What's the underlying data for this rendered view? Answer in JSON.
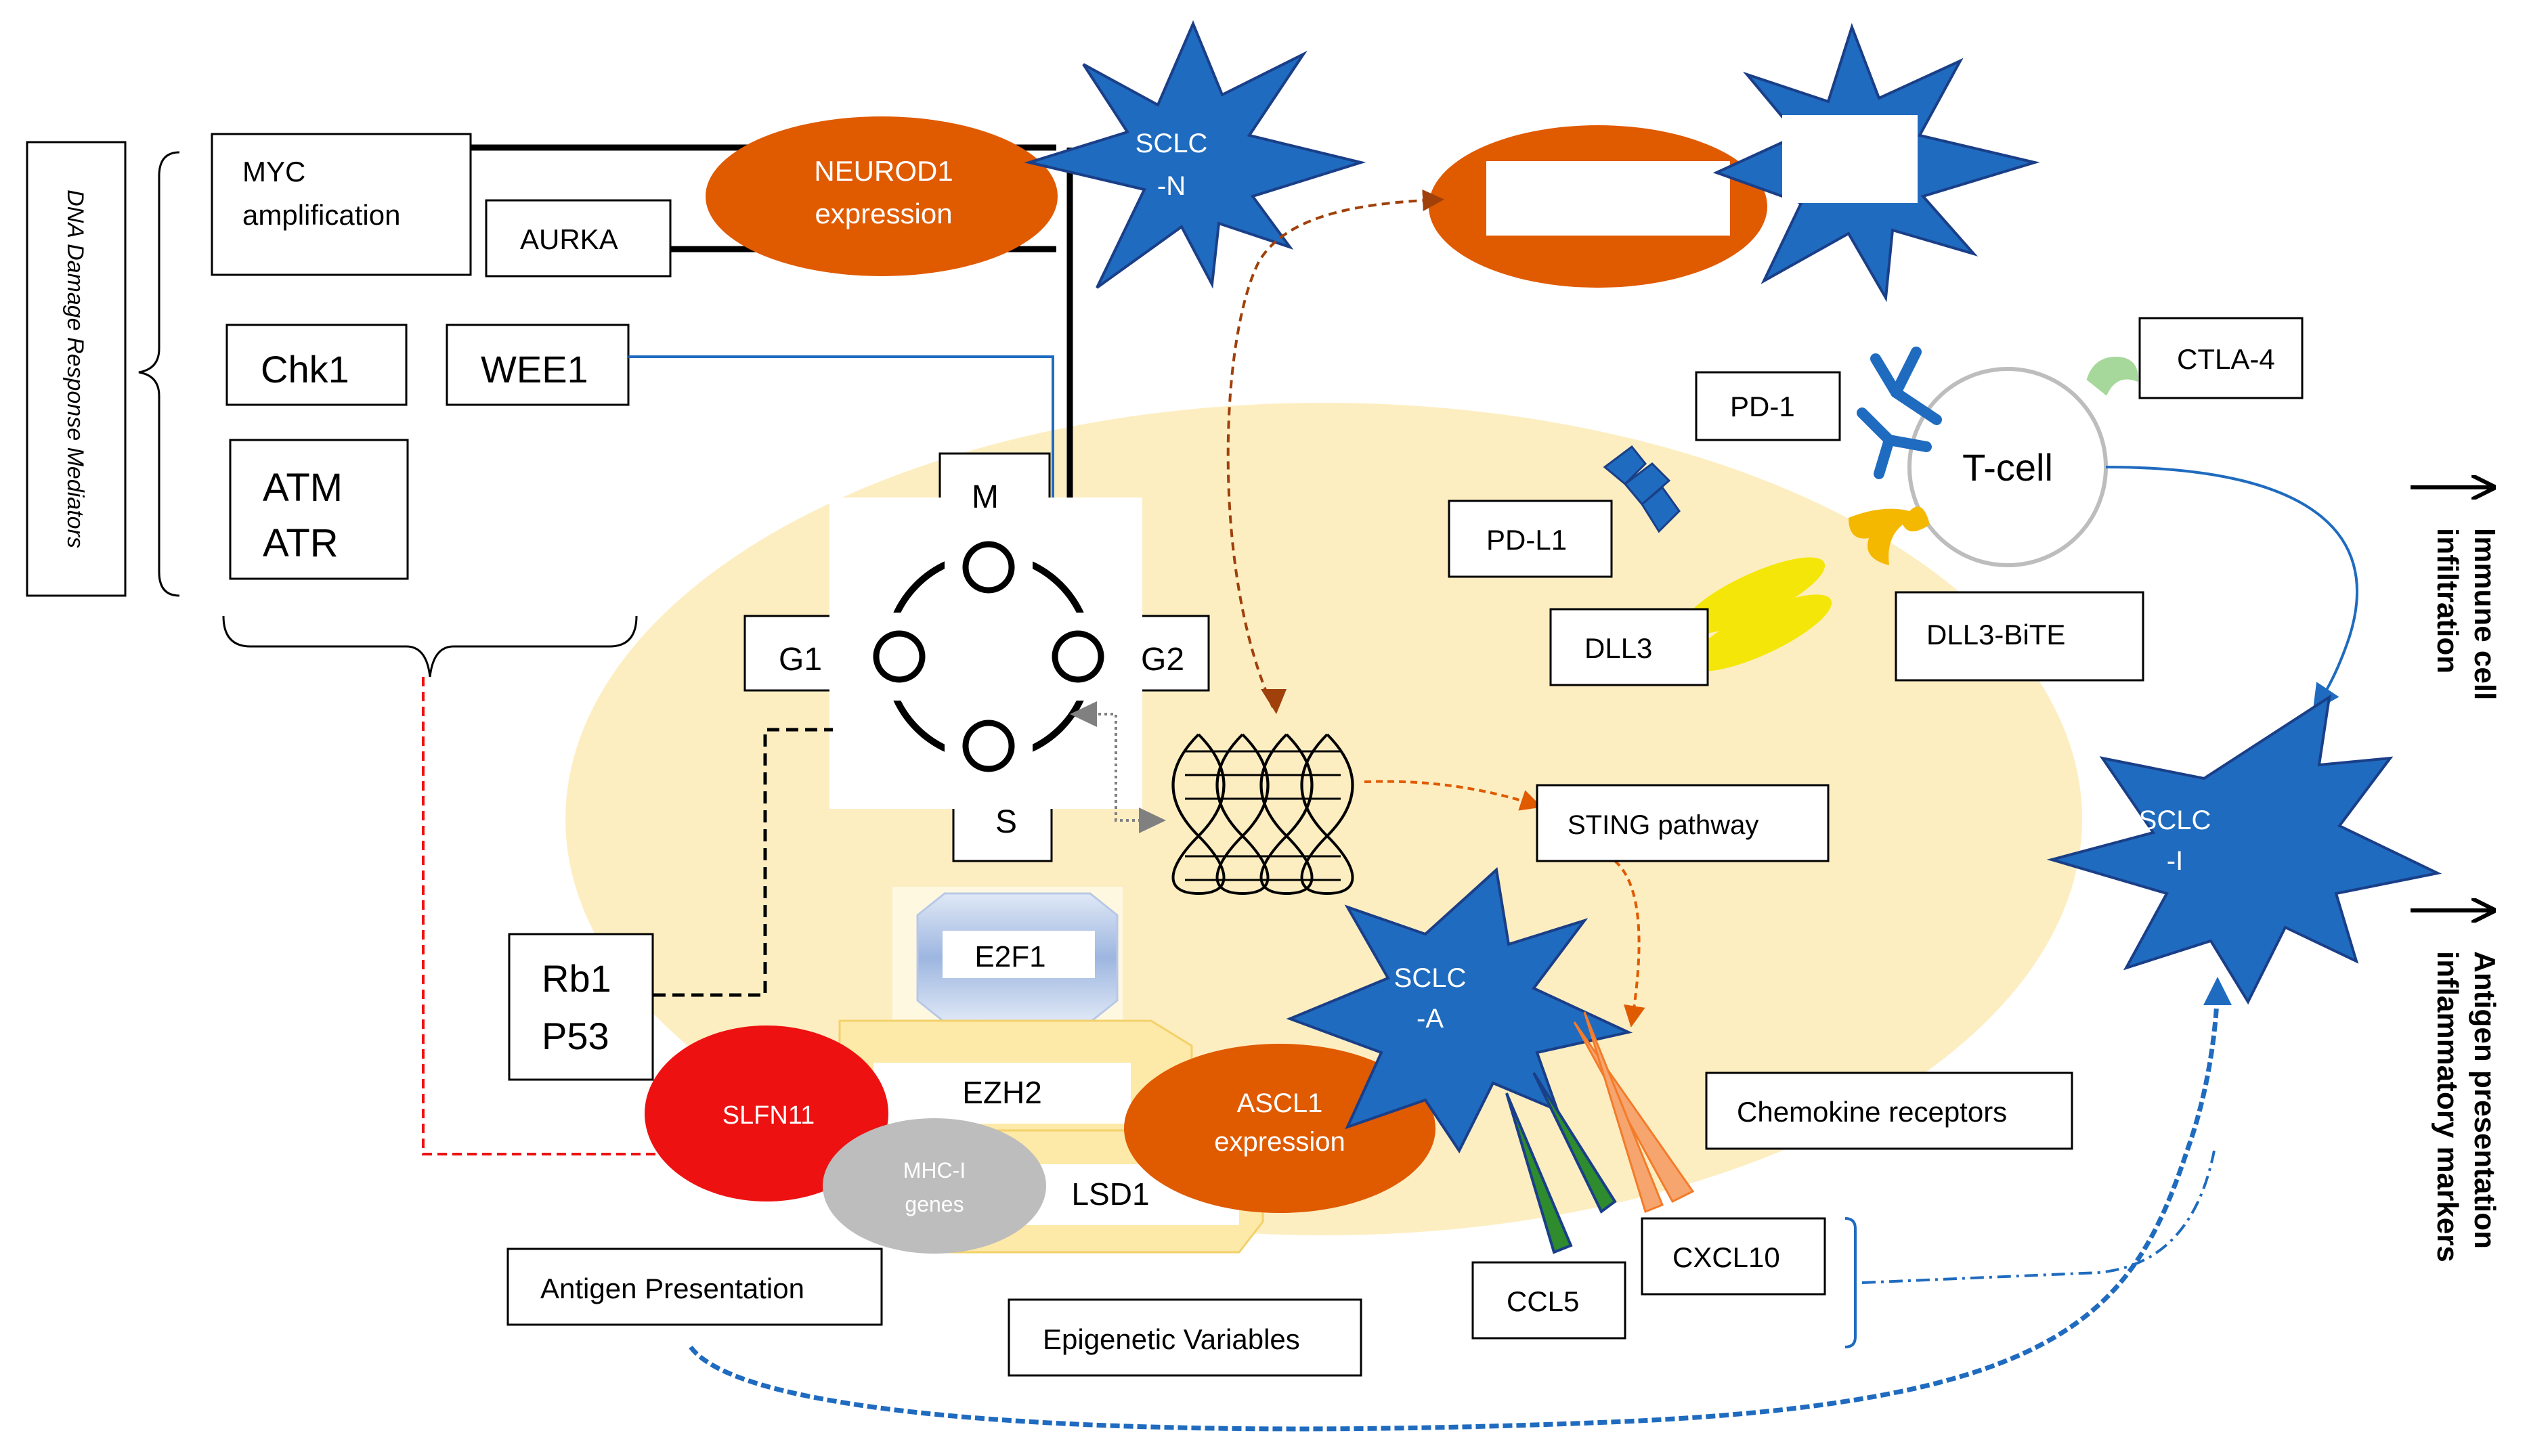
{
  "labels": {
    "ddr_mediators": "DNA Damage Response Mediators",
    "myc_line1": "MYC",
    "myc_line2": "amplification",
    "aurka": "AURKA",
    "chk1": "Chk1",
    "wee1": "WEE1",
    "atm": "ATM",
    "atr": "ATR",
    "neurod1_line1": "NEUROD1",
    "neurod1_line2": "expression",
    "sclc_n_line1": "SCLC",
    "sclc_n_line2": "-N",
    "cycle_m": "M",
    "cycle_g1": "G1",
    "cycle_g2": "G2",
    "cycle_s": "S",
    "rb1": "Rb1",
    "p53": "P53",
    "e2f1": "E2F1",
    "ezh2": "EZH2",
    "lsd1": "LSD1",
    "slfn11": "SLFN11",
    "mhc_line1": "MHC-I",
    "mhc_line2": "genes",
    "antigen_presentation": "Antigen Presentation",
    "epigenetic": "Epigenetic Variables",
    "ascl1_line1": "ASCL1",
    "ascl1_line2": "expression",
    "sclc_a_line1": "SCLC",
    "sclc_a_line2": "-A",
    "sting": "STING pathway",
    "chemokine": "Chemokine receptors",
    "ccl5": "CCL5",
    "cxcl10": "CXCL10",
    "pd_l1": "PD-L1",
    "dll3": "DLL3",
    "pd_1": "PD-1",
    "ctla4": "CTLA-4",
    "tcell": "T-cell",
    "dll3_bite": "DLL3-BiTE",
    "sclc_i_line1": "SCLC",
    "sclc_i_line2": "-I",
    "immune_line1": "Immune cell",
    "immune_line2": "infiltration",
    "antigen_inflam_line1": "Antigen presentation",
    "antigen_inflam_line2": "inflammatory markers"
  },
  "colors": {
    "orange": "#e05a00",
    "blue": "#1f6bbf",
    "red": "#ee1111",
    "grey": "#bdbdbd",
    "cell": "#fdeec2",
    "yellow": "#f5e60a",
    "gold": "#f5b800",
    "green": "#2e8b2e",
    "salmon": "#f6a56e",
    "brown": "#a0400a",
    "light_green": "#a7d89b"
  }
}
